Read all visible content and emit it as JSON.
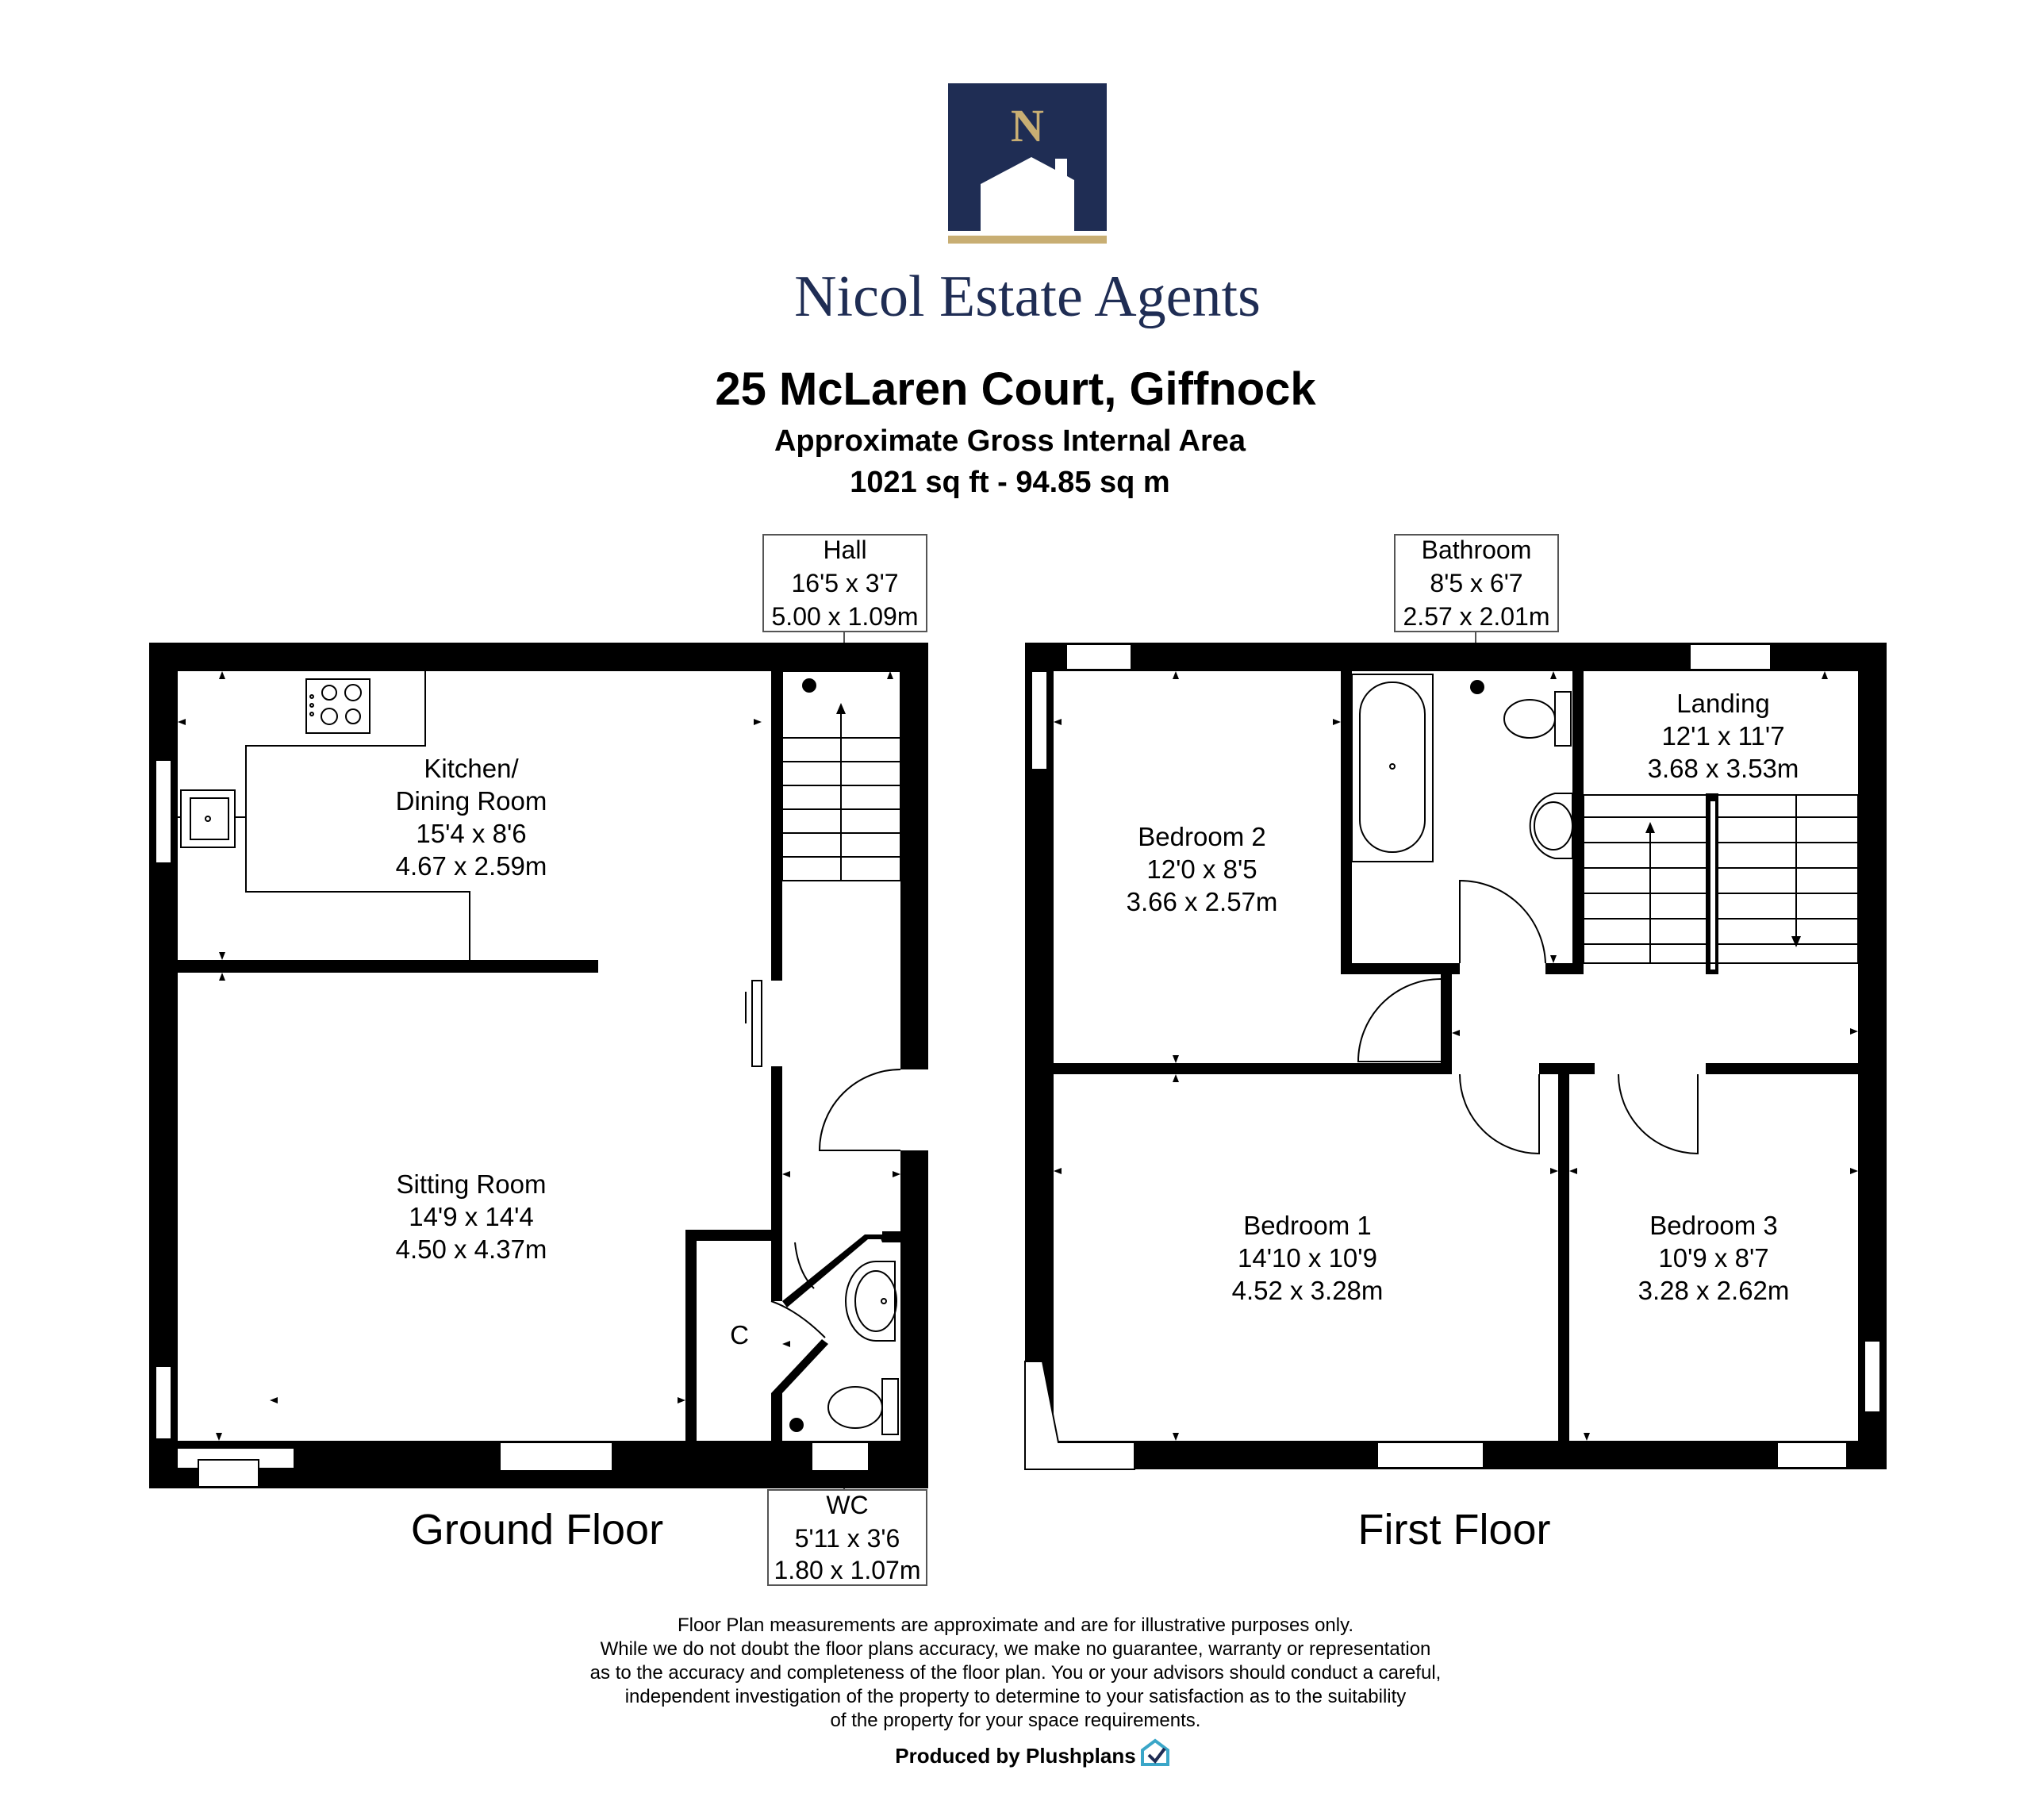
{
  "brand": {
    "logo_letter": "N",
    "name": "Nicol Estate Agents",
    "navy": "#1f2d54",
    "gold": "#c8ae73"
  },
  "header": {
    "address": "25 McLaren Court, Giffnock",
    "area_label": "Approximate Gross Internal Area",
    "area_value": "1021 sq ft -  94.85 sq m"
  },
  "floors": {
    "ground": {
      "title": "Ground Floor",
      "rooms": {
        "kitchen": [
          "Kitchen/",
          "Dining Room",
          "15'4 x 8'6",
          "4.67 x 2.59m"
        ],
        "sitting": [
          "Sitting Room",
          "14'9 x 14'4",
          "4.50 x 4.37m"
        ],
        "cupboard": [
          "C"
        ]
      },
      "callouts": {
        "hall": [
          "Hall",
          "16'5 x 3'7",
          "5.00 x 1.09m"
        ],
        "wc": [
          "WC",
          "5'11 x 3'6",
          "1.80 x 1.07m"
        ]
      }
    },
    "first": {
      "title": "First Floor",
      "rooms": {
        "bedroom2": [
          "Bedroom 2",
          "12'0 x 8'5",
          "3.66 x 2.57m"
        ],
        "landing": [
          "Landing",
          "12'1 x 11'7",
          "3.68 x 3.53m"
        ],
        "bedroom1": [
          "Bedroom 1",
          "14'10 x 10'9",
          "4.52 x 3.28m"
        ],
        "bedroom3": [
          "Bedroom 3",
          "10'9 x 8'7",
          "3.28 x 2.62m"
        ]
      },
      "callouts": {
        "bathroom": [
          "Bathroom",
          "8'5 x 6'7",
          "2.57 x 2.01m"
        ]
      }
    }
  },
  "disclaimer": [
    "Floor Plan measurements are approximate and are for illustrative purposes only.",
    "While we do not doubt the floor plans accuracy, we make no guarantee, warranty or representation",
    "as to the accuracy and completeness of the floor plan. You or your advisors should conduct a careful,",
    "independent investigation of the property to determine to your satisfaction as to the suitability",
    "of the property for your space requirements."
  ],
  "credit": "Produced by Plushplans",
  "credit_color": "#4a5a86"
}
